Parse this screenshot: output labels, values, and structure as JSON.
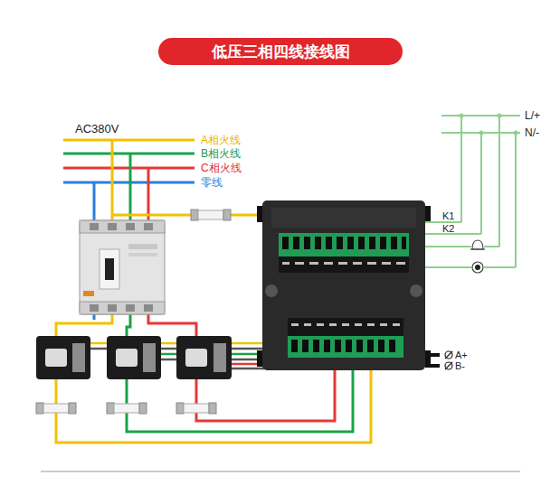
{
  "diagram": {
    "title": "低压三相四线接线图",
    "labels": [
      "AC380V",
      "A相火线",
      "B相火线",
      "C相火线",
      "零线",
      "L/+",
      "N/-",
      "K1",
      "K2",
      "A+",
      "B-"
    ]
  }
}
